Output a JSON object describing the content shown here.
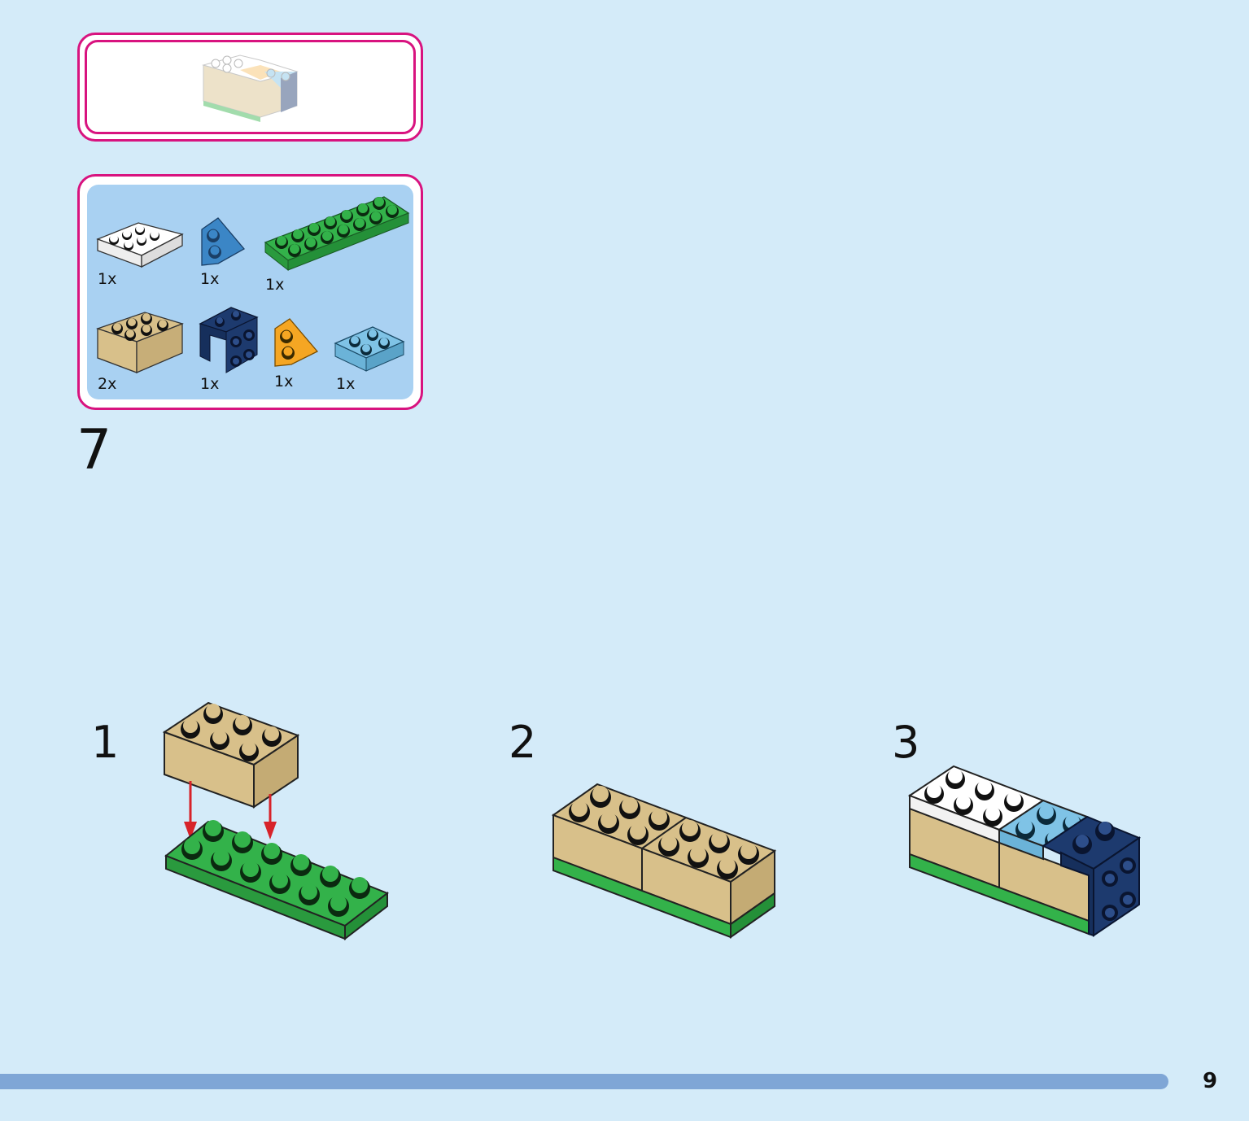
{
  "colors": {
    "background": "#d4ebf9",
    "frame_border": "#d8137f",
    "parts_panel": "#a9d1f2",
    "tan": "#d8c08a",
    "green": "#33b24a",
    "white_brick": "#ffffff",
    "medium_blue": "#3b86c6",
    "dark_blue": "#1d3a6e",
    "orange": "#f5a623",
    "light_blue": "#7fc3e6",
    "arrow": "#d7232a",
    "bottom_bar": "#7fa6d6"
  },
  "preview": {
    "icon": "finished-model-preview"
  },
  "parts": [
    {
      "icon": "white-plate-2x3",
      "qty": "1x"
    },
    {
      "icon": "blue-wedge-plate",
      "qty": "1x"
    },
    {
      "icon": "green-plate-2x8",
      "qty": "1x"
    },
    {
      "icon": "tan-brick-2x3",
      "qty": "2x"
    },
    {
      "icon": "dark-blue-bracket",
      "qty": "1x"
    },
    {
      "icon": "orange-wedge-plate",
      "qty": "1x"
    },
    {
      "icon": "light-blue-plate-2x2",
      "qty": "1x"
    }
  ],
  "step": "7",
  "substeps": [
    {
      "number": "1",
      "icon": "tan-brick-onto-green-plate"
    },
    {
      "number": "2",
      "icon": "two-tan-bricks-on-plate"
    },
    {
      "number": "3",
      "icon": "plates-and-bracket-added"
    }
  ],
  "page_number": "9"
}
